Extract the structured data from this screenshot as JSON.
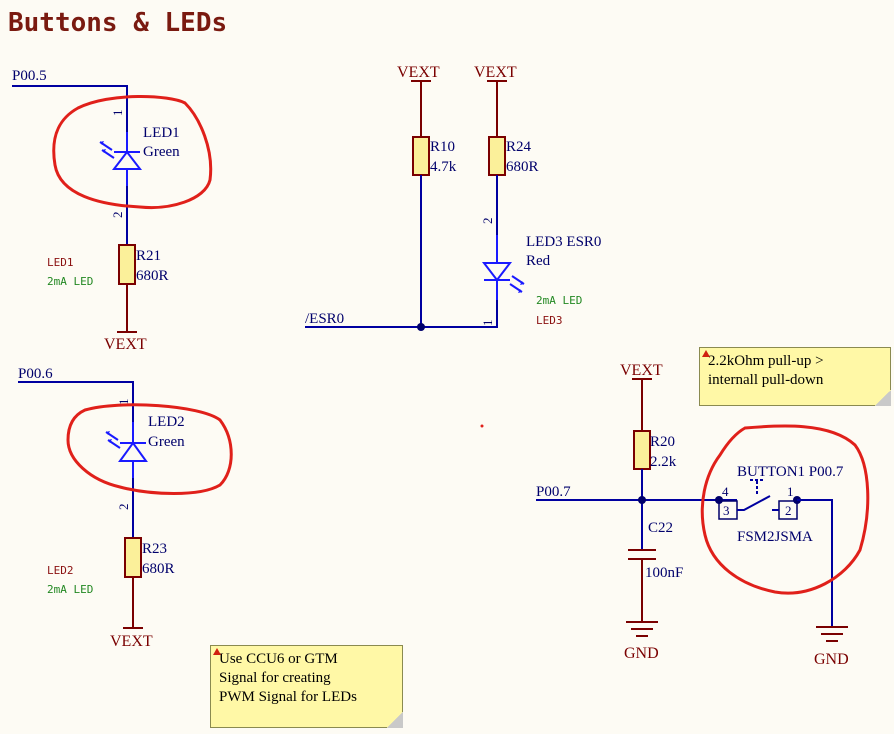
{
  "title": "Buttons & LEDs",
  "nets": {
    "p005": "P00.5",
    "p006": "P00.6",
    "p007": "P00.7",
    "esr0": "/ESR0"
  },
  "power": {
    "vext_led1": "VEXT",
    "vext_led2": "VEXT",
    "vext_r10": "VEXT",
    "vext_r24": "VEXT",
    "vext_r20": "VEXT",
    "gnd_c22": "GND",
    "gnd_button": "GND"
  },
  "led1": {
    "ref": "LED1",
    "value": "Green",
    "pin1": "1",
    "pin2": "2",
    "tag_name": "LED1",
    "tag_current": "2mA LED"
  },
  "r21": {
    "ref": "R21",
    "value": "680R"
  },
  "led2": {
    "ref": "LED2",
    "value": "Green",
    "pin1": "1",
    "pin2": "2",
    "tag_name": "LED2",
    "tag_current": "2mA LED"
  },
  "r23": {
    "ref": "R23",
    "value": "680R"
  },
  "r10": {
    "ref": "R10",
    "value": "4.7k"
  },
  "r24": {
    "ref": "R24",
    "value": "680R"
  },
  "led3": {
    "ref": "LED3 ESR0",
    "value": "Red",
    "pin1": "1",
    "pin2": "2",
    "tag_current": "2mA LED",
    "tag_name": "LED3"
  },
  "r20": {
    "ref": "R20",
    "value": "2.2k"
  },
  "c22": {
    "ref": "C22",
    "value": "100nF"
  },
  "button1": {
    "ref": "BUTTON1 P00.7",
    "part": "FSM2JSMA",
    "pin1": "1",
    "pin2": "2",
    "pin3": "3",
    "pin4": "4"
  },
  "notes": {
    "pullup": [
      "2.2kOhm pull-up >",
      "internall pull-down"
    ],
    "pwm": [
      "Use CCU6 or GTM",
      "Signal for creating",
      "PWM Signal for LEDs"
    ]
  }
}
